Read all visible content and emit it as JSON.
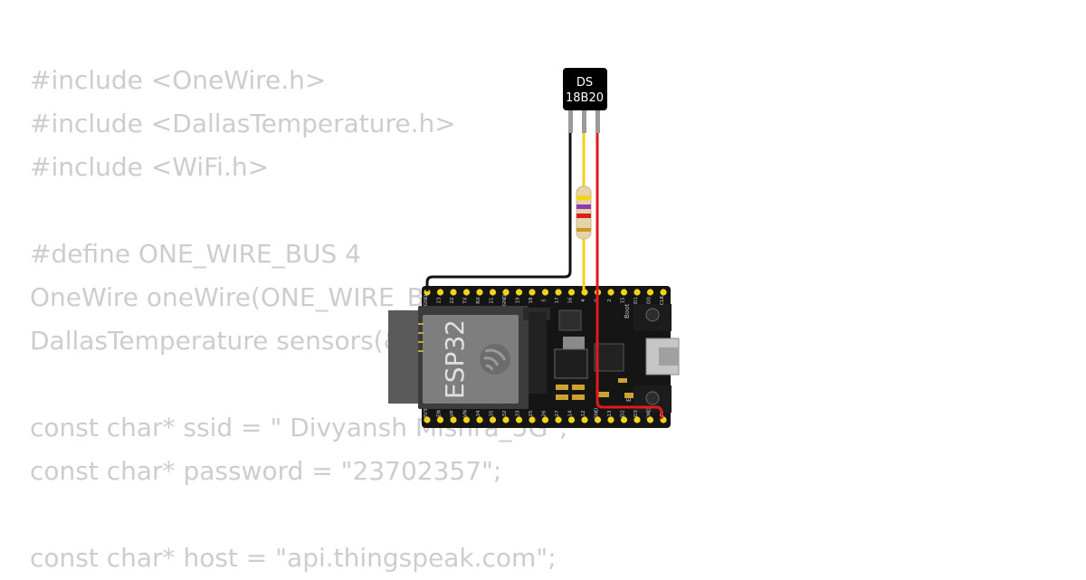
{
  "code_lines": [
    "#include <OneWire.h>",
    "#include <DallasTemperature.h>",
    "#include <WiFi.h>",
    "",
    "#define ONE_WIRE_BUS 4",
    "OneWire oneWire(ONE_WIRE_BUS);",
    "DallasTemperature sensors(&oneWire);",
    "",
    "const char* ssid = \" Divyansh Mishra_5G\";",
    "const char* password = \"23702357\";",
    "",
    "const char* host = \"api.thingspeak.com\";"
  ],
  "sensor": {
    "label_line1": "DS",
    "label_line2": "18B20"
  },
  "board": {
    "module_label": "ESP32",
    "top_pins": [
      "GND",
      "23",
      "22",
      "TX",
      "RX",
      "21",
      "GND",
      "19",
      "18",
      "5",
      "17",
      "16",
      "4",
      "0",
      "2",
      "15",
      "D1",
      "D0",
      "CLK"
    ],
    "bottom_pins": [
      "3V3",
      "EN",
      "VP",
      "VN",
      "34",
      "35",
      "32",
      "33",
      "25",
      "26",
      "27",
      "14",
      "12",
      "GND",
      "13",
      "D2",
      "D3",
      "CMD",
      "5V"
    ],
    "boot_label": "Boot",
    "en_label": "EN"
  },
  "wire_colors": {
    "gnd": "#111111",
    "data": "#f2d31b",
    "vcc": "#e01b1b"
  }
}
